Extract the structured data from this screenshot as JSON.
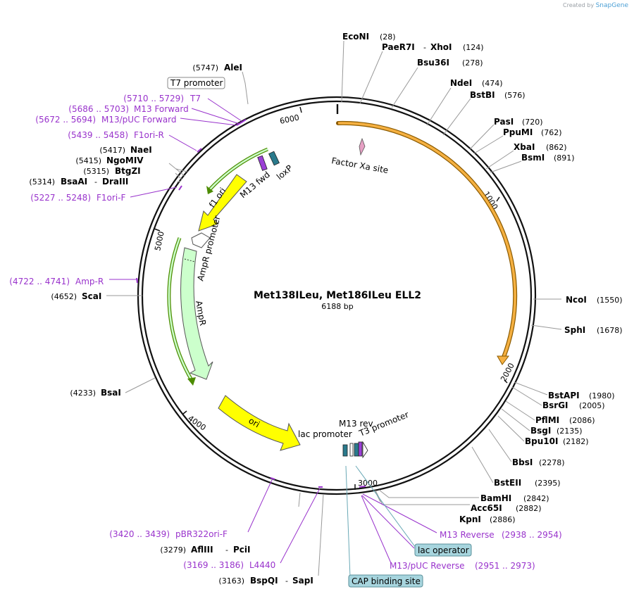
{
  "credit": {
    "prefix": "Created by",
    "brand": "SnapGene"
  },
  "title": "Met138ILeu, Met186ILeu ELL2",
  "subtitle": "6188 bp",
  "tick_labels": [
    "1000",
    "2000",
    "3000",
    "4000",
    "5000",
    "6000"
  ],
  "sites": [
    {
      "name": "EcoNI",
      "pos": "(28)"
    },
    {
      "name": "PaeR7I",
      "name2": "XhoI",
      "pos": "(124)"
    },
    {
      "name": "Bsu36I",
      "pos": "(278)"
    },
    {
      "name": "NdeI",
      "pos": "(474)"
    },
    {
      "name": "BstBI",
      "pos": "(576)"
    },
    {
      "name": "PasI",
      "pos": "(720)"
    },
    {
      "name": "PpuMI",
      "pos": "(762)"
    },
    {
      "name": "XbaI",
      "pos": "(862)"
    },
    {
      "name": "BsmI",
      "pos": "(891)"
    },
    {
      "name": "NcoI",
      "pos": "(1550)"
    },
    {
      "name": "SphI",
      "pos": "(1678)"
    },
    {
      "name": "BstAPI",
      "pos": "(1980)"
    },
    {
      "name": "BsrGI",
      "pos": "(2005)"
    },
    {
      "name": "PflMI",
      "pos": "(2086)"
    },
    {
      "name": "BsgI",
      "pos": "(2135)"
    },
    {
      "name": "Bpu10I",
      "pos": "(2182)"
    },
    {
      "name": "BbsI",
      "pos": "(2278)"
    },
    {
      "name": "BstEII",
      "pos": "(2395)"
    },
    {
      "name": "BamHI",
      "pos": "(2842)"
    },
    {
      "name": "Acc65I",
      "pos": "(2882)"
    },
    {
      "name": "KpnI",
      "pos": "(2886)"
    },
    {
      "name": "AleI",
      "pos": "(5747)"
    },
    {
      "name": "NaeI",
      "pos": "(5417)"
    },
    {
      "name": "NgoMIV",
      "pos": "(5415)"
    },
    {
      "name": "BtgZI",
      "pos": "(5315)"
    },
    {
      "name": "BsaAI",
      "name2": "DraIII",
      "pos": "(5314)"
    },
    {
      "name": "ScaI",
      "pos": "(4652)"
    },
    {
      "name": "BsaI",
      "pos": "(4233)"
    },
    {
      "name": "AflIII",
      "name2": "PciI",
      "pos": "(3279)"
    },
    {
      "name": "BspQI",
      "name2": "SapI",
      "pos": "(3163)"
    }
  ],
  "primers": [
    {
      "name": "T7",
      "range": "(5710 .. 5729)"
    },
    {
      "name": "M13 Forward",
      "range": "(5686 .. 5703)"
    },
    {
      "name": "M13/pUC Forward",
      "range": "(5672 .. 5694)"
    },
    {
      "name": "F1ori-R",
      "range": "(5439 .. 5458)"
    },
    {
      "name": "F1ori-F",
      "range": "(5227 .. 5248)"
    },
    {
      "name": "Amp-R",
      "range": "(4722 .. 4741)"
    },
    {
      "name": "pBR322ori-F",
      "range": "(3420 .. 3439)"
    },
    {
      "name": "L4440",
      "range": "(3169 .. 3186)"
    },
    {
      "name": "M13 Reverse",
      "range": "(2938 .. 2954)"
    },
    {
      "name": "M13/pUC Reverse",
      "range": "(2951 .. 2973)"
    }
  ],
  "boxed_features": {
    "t7_promoter": "T7 promoter",
    "lac_operator": "lac operator",
    "cap_binding_site": "CAP binding site"
  },
  "features": {
    "factor_xa": "Factor Xa site",
    "m13_fwd": "M13 fwd",
    "loxp": "loxP",
    "f1_ori": "f1 ori",
    "ampr_promoter": "AmpR promoter",
    "ampr": "AmpR",
    "ori": "ori",
    "lac_promoter": "lac promoter",
    "m13_rev": "M13 rev",
    "t3_promoter": "T3 promoter"
  },
  "colors": {
    "backbone": "#000000",
    "primer": "#9933cc",
    "orange_feature": "#f5b041",
    "yellow_feature": "#ffff00",
    "green_feature": "#ccffcc",
    "green_stroke": "#4c8c00",
    "label_box_fill": "#a7d5de"
  }
}
